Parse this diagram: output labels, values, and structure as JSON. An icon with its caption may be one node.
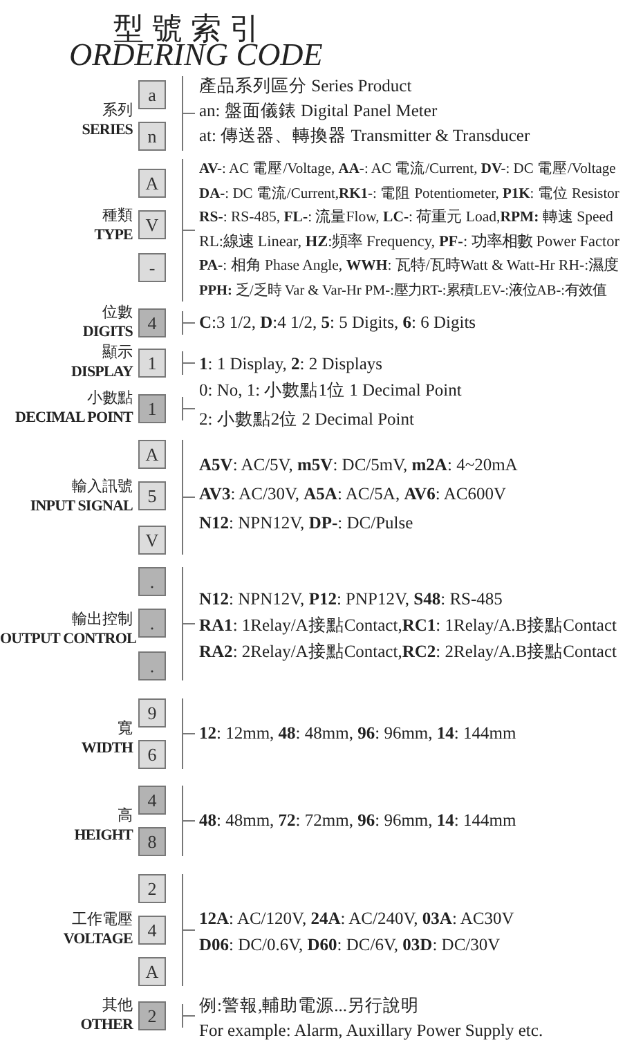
{
  "diagram": {
    "title": "型號索引",
    "nodes": [
      {
        "text": [
          "a"
        ]
      },
      {
        "text": [
          "n"
        ]
      },
      {
        "text": [
          "A"
        ]
      },
      {
        "text": [
          "V"
        ]
      },
      {
        "text": [
          "-"
        ]
      },
      {
        "text": [
          "4"
        ]
      },
      {
        "text": [
          "1"
        ]
      },
      {
        "text": [
          "1"
        ]
      },
      {
        "text": [
          "A"
        ]
      },
      {
        "text": [
          "5"
        ]
      },
      {
        "text": [
          "V"
        ]
      },
      {
        "text": [
          "."
        ]
      },
      {
        "text": [
          "."
        ]
      },
      {
        "text": [
          "."
        ]
      },
      {
        "text": [
          "9"
        ]
      },
      {
        "text": [
          "6"
        ]
      },
      {
        "text": [
          "4"
        ]
      },
      {
        "text": [
          "8"
        ]
      },
      {
        "text": [
          "2"
        ]
      },
      {
        "text": [
          "4"
        ]
      },
      {
        "text": [
          "A"
        ]
      },
      {
        "text": [
          "2"
        ]
      }
    ],
    "labels": [
      "ORDERING CODE",
      "系列",
      "SERIES",
      "產品系列區分 Series Product",
      "an: 盤面儀錶 Digital Panel Meter",
      "at: 傳送器、轉換器 Transmitter & Transducer",
      "種類",
      "TYPE",
      "**AV-**: AC 電壓/Voltage, **AA-**: AC 電流/Current, **DV-**: DC 電壓/Voltage",
      "**DA-**: DC 電流/Current,**RK1**-: 電阻 Potentiometer, **P1K**: 電位 Resistor",
      "**RS-**: RS-485, **FL-**: 流量Flow, **LC-**: 荷重元 Load,**RPM:** 轉速 Speed",
      "RL:線速 Linear, **HZ**:頻率 Frequency, **PF-**: 功率相數 Power Factor",
      "**PA-**: 相角 Phase Angle, **WWH**: 瓦特/瓦時Watt & Watt-Hr RH-:濕度",
      "**PPH:** 乏/乏時 Var & Var-Hr PM-:壓力RT-:累積LEV-:液位AB-:有效值",
      "位數",
      "DIGITS",
      "**C**:3 1/2, **D**:4 1/2, **5**: 5 Digits, **6**: 6 Digits",
      "顯示",
      "DISPLAY",
      "**1**: 1 Display, **2**: 2 Displays",
      "小數點",
      "DECIMAL POINT",
      "0: No, 1: 小數點1位 1 Decimal Point",
      "2: 小數點2位 2 Decimal Point",
      "輸入訊號",
      "INPUT SIGNAL",
      "**A5V**: AC/5V, **m5V**: DC/5mV, **m2A**: 4~20mA",
      "**AV3**: AC/30V, **A5A**: AC/5A, **AV6**: AC600V",
      "**N12**: NPN12V, **DP-**: DC/Pulse",
      "輸出控制",
      "OUTPUT CONTROL",
      "**N12**: NPN12V, **P12**: PNP12V, **S48**: RS-485",
      "**RA1**: 1Relay/A接點Contact,**RC1**: 1Relay/A.B接點Contact",
      "**RA2**: 2Relay/A接點Contact,**RC2**: 2Relay/A.B接點Contact",
      "寬",
      "WIDTH",
      "**12**: 12mm, **48**: 48mm, **96**: 96mm, **14**: 144mm",
      "高",
      "HEIGHT",
      "**48**: 48mm, **72**: 72mm, **96**: 96mm, **14**: 144mm",
      "工作電壓",
      "VOLTAGE",
      "**12A**: AC/120V, **24A**: AC/240V, **03A**: AC30V",
      "**D06**: DC/0.6V, **D60**: DC/6V, **03D**: DC/30V",
      "其他",
      "OTHER",
      "例:警報,輔助電源...另行說明",
      "For example: Alarm, Auxillary Power Supply etc."
    ]
  }
}
